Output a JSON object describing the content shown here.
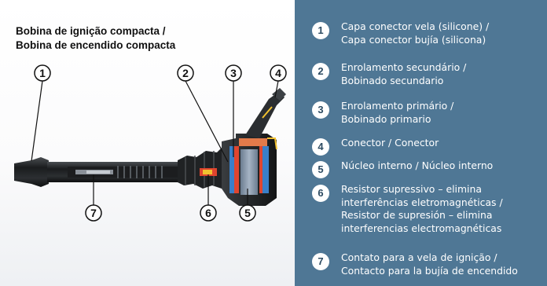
{
  "title": {
    "line1": "Bobina de ignição compacta /",
    "line2": "Bobina de encendido compacta"
  },
  "callouts": [
    "1",
    "2",
    "3",
    "4",
    "5",
    "6",
    "7"
  ],
  "legend": [
    {
      "num": "1",
      "lines": [
        "Capa conector vela (silicone) /",
        "Capa conector bujía (silicona)"
      ]
    },
    {
      "num": "2",
      "lines": [
        "Enrolamento secundário /",
        "Bobinado secundario"
      ]
    },
    {
      "num": "3",
      "lines": [
        "Enrolamento primário /",
        "Bobinado primario"
      ]
    },
    {
      "num": "4",
      "lines": [
        "Conector / Conector"
      ]
    },
    {
      "num": "5",
      "lines": [
        "Núcleo interno / Núcleo interno"
      ]
    },
    {
      "num": "6",
      "lines": [
        "Resistor supressivo – elimina",
        "interferências eletromagnéticas /",
        "Resistor de supresión – elimina",
        "interferencias electromagnéticas"
      ]
    },
    {
      "num": "7",
      "lines": [
        "Contato para a vela de ignição /",
        "Contacto para la bujía de encendido"
      ]
    }
  ],
  "colors": {
    "panel": "#4f7795",
    "badge_text": "#2d4b62",
    "coil_body": "#2a2d30",
    "primary_winding": "#e0452e",
    "secondary_winding": "#3a7fc8"
  }
}
